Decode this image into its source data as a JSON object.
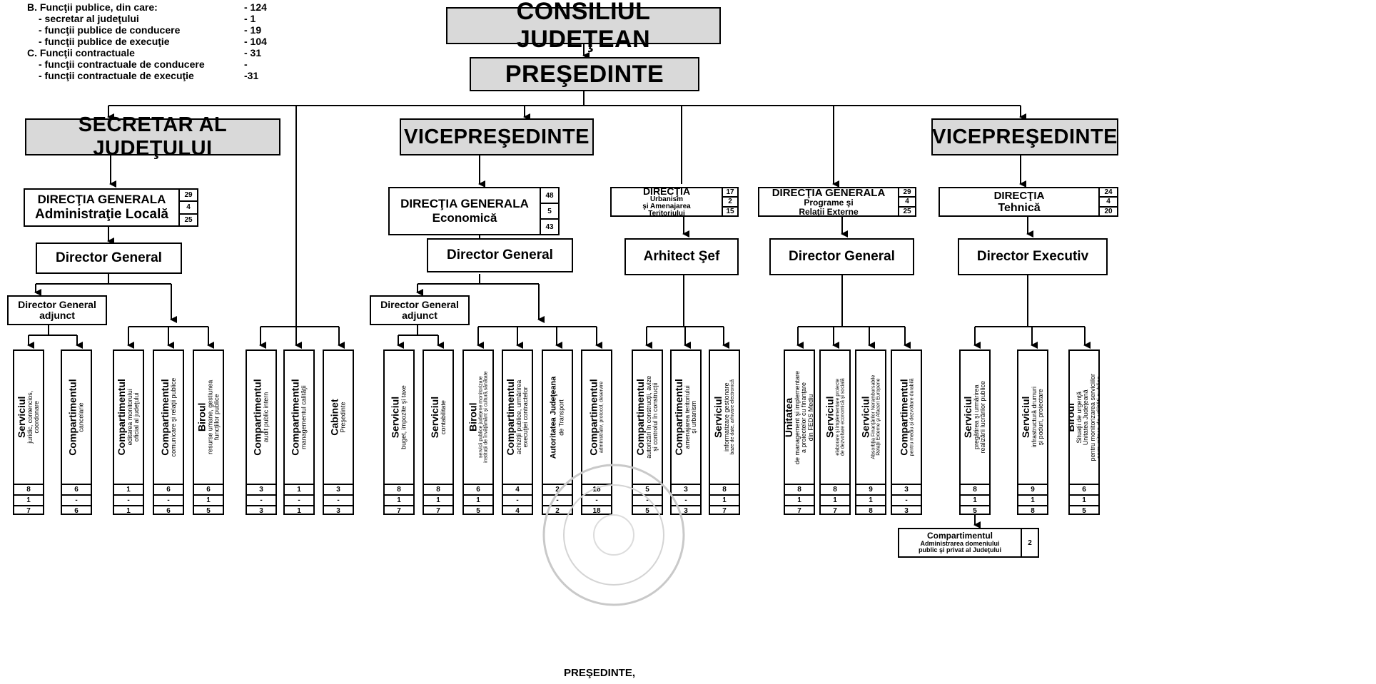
{
  "stats": [
    {
      "label": "B. Funcţii publice, din care:",
      "value": "- 124",
      "indent": false
    },
    {
      "label": "- secretar al judeţului",
      "value": "-    1",
      "indent": true
    },
    {
      "label": "- funcţii publice de conducere",
      "value": "-  19",
      "indent": true
    },
    {
      "label": "- funcţii publice de execuţie",
      "value": "- 104",
      "indent": true
    },
    {
      "label": "C. Funcţii contractuale",
      "value": "-  31",
      "indent": false
    },
    {
      "label": "- funcţii contractuale de conducere",
      "value": "-",
      "indent": true
    },
    {
      "label": "- funcţii contractuale de execuţie",
      "value": "-31",
      "indent": true
    }
  ],
  "council": "CONSILIUL JUDEŢEAN",
  "president": "PREŞEDINTE",
  "secretary": "SECRETAR AL JUDEŢULUI",
  "vice1": "VICEPREŞEDINTE",
  "vice2": "VICEPREŞEDINTE",
  "directorates": [
    {
      "l1": "DIRECŢIA GENERALA",
      "l2": "Administraţie Locală",
      "n": [
        "29",
        "4",
        "25"
      ]
    },
    {
      "l1": "DIRECŢIA GENERALA",
      "l2": "Economică",
      "n": [
        "48",
        "5",
        "43"
      ]
    },
    {
      "l1": "DIRECŢIA",
      "l2": "Urbanism",
      "l3": "şi Amenajarea",
      "l4": "Teritoriului",
      "n": [
        "17",
        "2",
        "15"
      ]
    },
    {
      "l1": "DIRECŢIA GENERALA",
      "l2": "Programe şi",
      "l3": "Relaţii Externe",
      "n": [
        "29",
        "4",
        "25"
      ]
    },
    {
      "l1": "DIRECŢIA",
      "l2": "Tehnică",
      "n": [
        "24",
        "4",
        "20"
      ]
    }
  ],
  "managers": [
    "Director General",
    "Director General",
    "Arhitect Şef",
    "Director General",
    "Director Executiv"
  ],
  "deputies": [
    {
      "l1": "Director General",
      "l2": "adjunct"
    },
    {
      "l1": "Director General",
      "l2": "adjunct"
    }
  ],
  "units": [
    {
      "t": "Serviciul",
      "s": [
        "juridic, contencios,",
        "coordonare"
      ],
      "c": [
        "8",
        "1",
        "7"
      ]
    },
    {
      "t": "Compartimentul",
      "s": [
        "cancelarie"
      ],
      "c": [
        "6",
        "-",
        "6"
      ]
    },
    {
      "t": "Compartimentul",
      "s": [
        "editarea monitorului",
        "oficial al judeţului"
      ],
      "c": [
        "1",
        "-",
        "1"
      ]
    },
    {
      "t": "Compartimentul",
      "s": [
        "comunicare şi relaţii publice"
      ],
      "c": [
        "6",
        "-",
        "6"
      ]
    },
    {
      "t": "Biroul",
      "s": [
        "resurse umane, gestiunea",
        "funcţiilor publice"
      ],
      "c": [
        "6",
        "1",
        "5"
      ]
    },
    {
      "t": "Compartimentul",
      "s": [
        "audit public intern"
      ],
      "c": [
        "3",
        "-",
        "3"
      ]
    },
    {
      "t": "Compartimentul",
      "s": [
        "managementul calităţii"
      ],
      "c": [
        "1",
        "-",
        "1"
      ]
    },
    {
      "t": "Cabinet",
      "s": [
        "Preşedinte"
      ],
      "c": [
        "3",
        "-",
        "3"
      ]
    },
    {
      "t": "Serviciul",
      "s": [
        "buget, impozite şi taxe"
      ],
      "c": [
        "8",
        "1",
        "7"
      ]
    },
    {
      "t": "Serviciul",
      "s": [
        "contabilitate"
      ],
      "c": [
        "8",
        "1",
        "7"
      ]
    },
    {
      "t": "Biroul",
      "s": [
        "servicii publice judeţene monitorizare",
        "instituţii de învăţământ şi cultură,sănătate"
      ],
      "c": [
        "6",
        "1",
        "5"
      ]
    },
    {
      "t": "Compartimentul",
      "s": [
        "achiziţii publice, urmărirea",
        "execuţiei contractelor"
      ],
      "c": [
        "4",
        "-",
        "4"
      ]
    },
    {
      "t": "Autoritatea Judeţeana",
      "s": [
        "de Transport"
      ],
      "c": [
        "2",
        "-",
        "2"
      ]
    },
    {
      "t": "Compartimentul",
      "s": [
        "administrativ, protocol, deservire"
      ],
      "c": [
        "18",
        "-",
        "18"
      ]
    },
    {
      "t": "Compartimentul",
      "s": [
        "autorizări în construcţii, avize",
        "şi controlul în construcţii"
      ],
      "c": [
        "5",
        "-",
        "5"
      ]
    },
    {
      "t": "Compartimentul",
      "s": [
        "amenajarea teritoriului",
        "şi urbanism"
      ],
      "c": [
        "3",
        "-",
        "3"
      ]
    },
    {
      "t": "Serviciul",
      "s": [
        "informatizare gestionare",
        "baze de date, arhivare electronică"
      ],
      "c": [
        "8",
        "1",
        "7"
      ]
    },
    {
      "t": "Unitatea",
      "s": [
        "de management şi implementare",
        "a proiectelor cu finanţare",
        "din FEDS Mediu"
      ],
      "c": [
        "8",
        "1",
        "7"
      ]
    },
    {
      "t": "Serviciul",
      "s": [
        "elaborare şi implementare proiecte",
        "de dezvoltare economică şi socială"
      ],
      "c": [
        "8",
        "1",
        "7"
      ]
    },
    {
      "t": "Serviciul",
      "s": [
        "Absorbţia Finanţărilor Nerambursabile",
        "Relaţii Externe şi Afaceri Europene"
      ],
      "c": [
        "9",
        "1",
        "8"
      ]
    },
    {
      "t": "Compartimentul",
      "s": [
        "pentru mediu şi dezvoltare durabilă"
      ],
      "c": [
        "3",
        "-",
        "3"
      ]
    },
    {
      "t": "Serviciul",
      "s": [
        "pregătirea şi urmărirea",
        "realizării lucrărilor publice"
      ],
      "c": [
        "8",
        "1",
        "5"
      ]
    },
    {
      "t": "Serviciul",
      "s": [
        "infrastructură drumuri",
        "şi poduri, proiectare"
      ],
      "c": [
        "9",
        "1",
        "8"
      ]
    },
    {
      "t": "Biroul",
      "s": [
        "Situaţii de urgenţă",
        "Unitatea Judeţeană",
        "pentru monitorizarea serviciilor",
        "comunitare de utilităţi publice"
      ],
      "c": [
        "6",
        "1",
        "5"
      ]
    }
  ],
  "subunit": {
    "l1": "Compartimentul",
    "l2": "Administrarea domeniului",
    "l3": "public şi privat al Judeţului",
    "n": "2"
  },
  "footer": "PREŞEDINTE,"
}
